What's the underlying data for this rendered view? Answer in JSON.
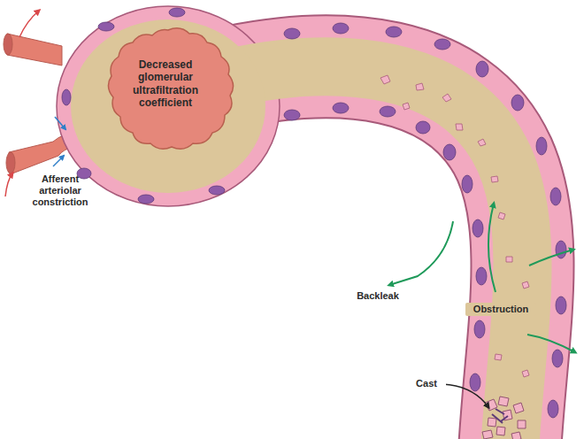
{
  "diagram": {
    "labels": [
      "Decreased glomerular ultrafiltration coefficient",
      "Afferent arteriolar constriction",
      "Backleak",
      "Obstruction",
      "Cast"
    ]
  }
}
